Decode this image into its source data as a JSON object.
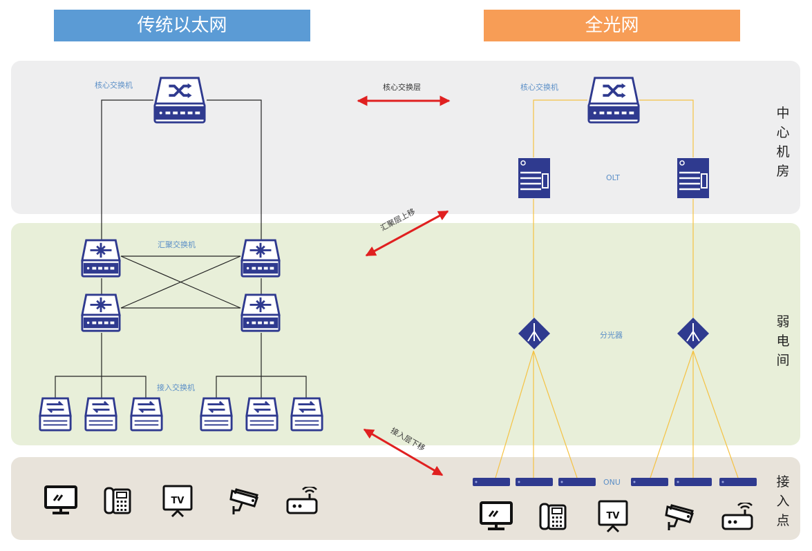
{
  "headers": {
    "left": {
      "text": "传统以太网",
      "color": "#5b9bd5"
    },
    "right": {
      "text": "全光网",
      "color": "#f79d56"
    }
  },
  "bands": {
    "core": {
      "color": "#eeeeef",
      "side_label": "中心机房"
    },
    "agg": {
      "color": "#e8efd9",
      "side_label": "弱电间"
    },
    "access": {
      "color": "#e8e3da",
      "side_label": "接入点"
    }
  },
  "labels": {
    "left_core": "核心交换机",
    "left_agg": "汇聚交换机",
    "left_access": "接入交换机",
    "right_core": "核心交换机",
    "olt": "OLT",
    "splitter": "分光器",
    "onu": "ONU"
  },
  "arrows": {
    "core_layer": "核心交换层",
    "agg_up": "汇聚层上移",
    "access_down": "接入层下移"
  },
  "colors": {
    "device": "#2f3a8f",
    "fiber": "#f5c243",
    "cable": "#222222",
    "arrow": "#e02020"
  },
  "endpoint_icons": [
    "monitor-icon",
    "phone-icon",
    "tv-icon",
    "camera-icon",
    "router-icon"
  ],
  "tv_text": "TV"
}
